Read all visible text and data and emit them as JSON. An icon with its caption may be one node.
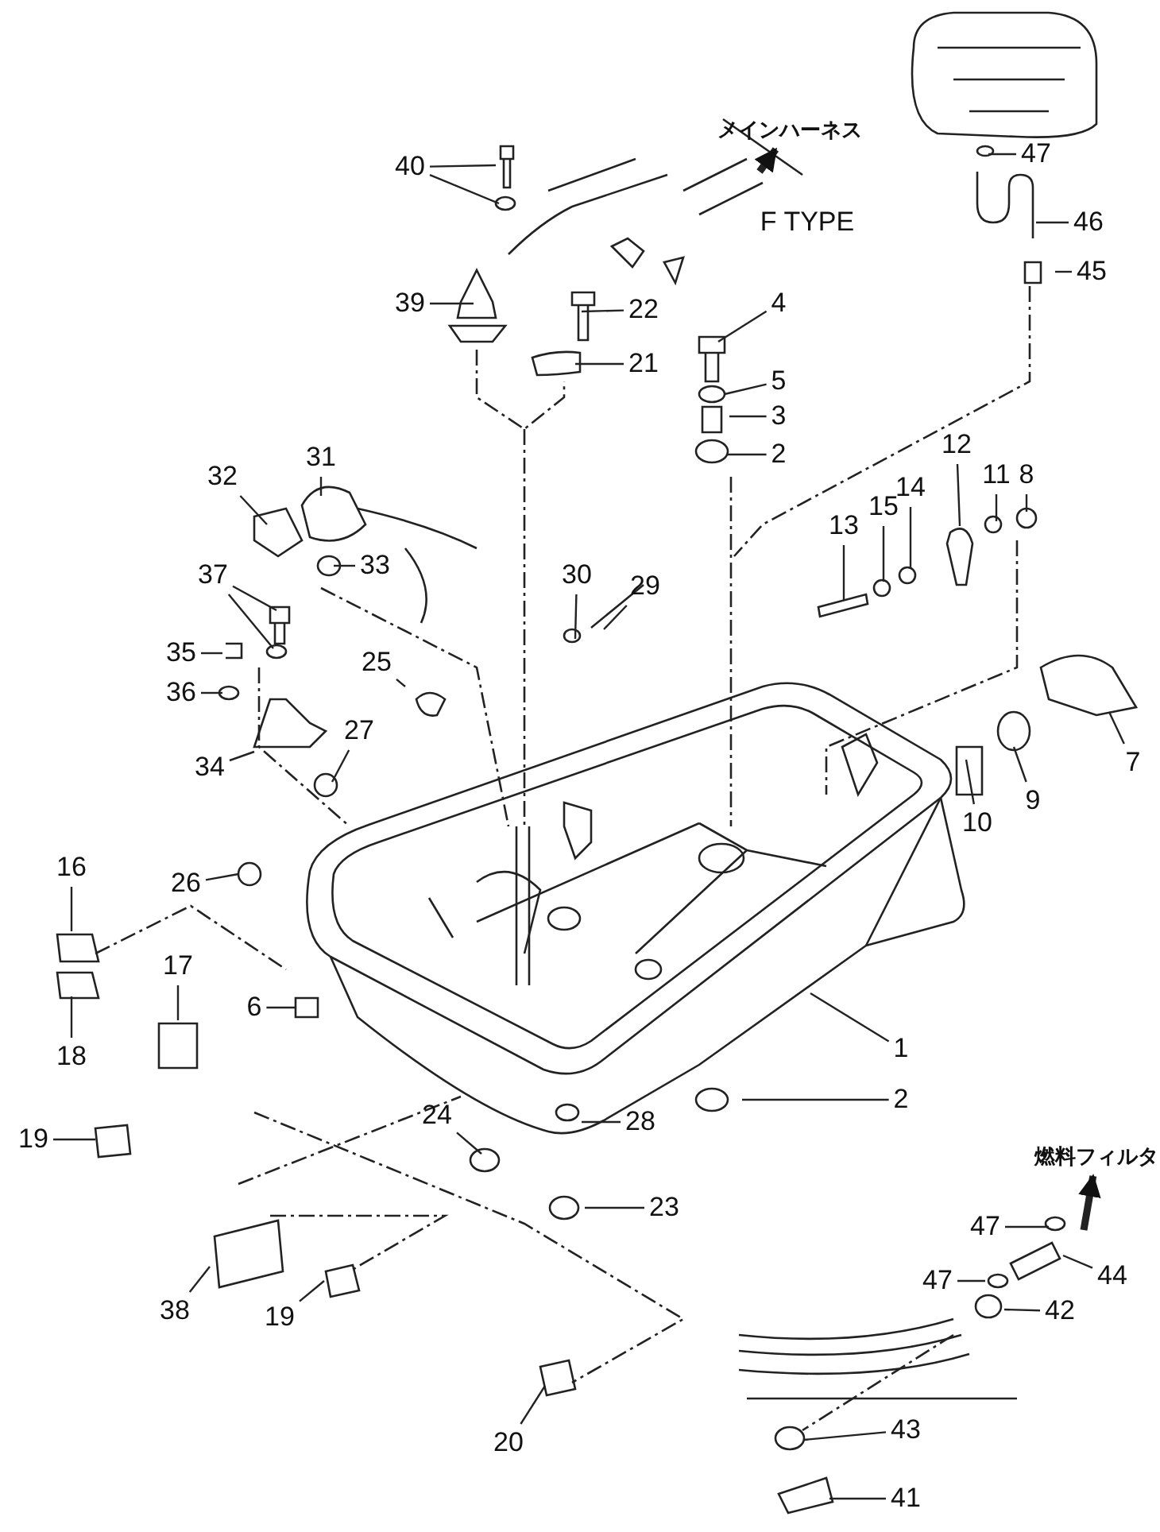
{
  "diagram": {
    "nodes": [
      {
        "text": [
          "メインハーネス"
        ]
      },
      {
        "text": [
          "47"
        ]
      },
      {
        "text": [
          "40"
        ]
      },
      {
        "text": [
          "46"
        ]
      },
      {
        "text": [
          "45"
        ]
      },
      {
        "text": [
          "39"
        ]
      },
      {
        "text": [
          "22"
        ]
      },
      {
        "text": [
          "4"
        ]
      },
      {
        "text": [
          "21"
        ]
      },
      {
        "text": [
          "5"
        ]
      },
      {
        "text": [
          "3"
        ]
      },
      {
        "text": [
          "2"
        ]
      },
      {
        "text": [
          "12"
        ]
      },
      {
        "text": [
          "11"
        ]
      },
      {
        "text": [
          "8"
        ]
      },
      {
        "text": [
          "32"
        ]
      },
      {
        "text": [
          "31"
        ]
      },
      {
        "text": [
          "14"
        ]
      },
      {
        "text": [
          "15"
        ]
      },
      {
        "text": [
          "13"
        ]
      },
      {
        "text": [
          "33"
        ]
      },
      {
        "text": [
          "30"
        ]
      },
      {
        "text": [
          "29"
        ]
      },
      {
        "text": [
          "37"
        ]
      },
      {
        "text": [
          "35"
        ]
      },
      {
        "text": [
          "36"
        ]
      },
      {
        "text": [
          "25"
        ]
      },
      {
        "text": [
          "27"
        ]
      },
      {
        "text": [
          "34"
        ]
      },
      {
        "text": [
          "7"
        ]
      },
      {
        "text": [
          "9"
        ]
      },
      {
        "text": [
          "10"
        ]
      },
      {
        "text": [
          "26"
        ]
      },
      {
        "text": [
          "16"
        ]
      },
      {
        "text": [
          "17"
        ]
      },
      {
        "text": [
          "6"
        ]
      },
      {
        "text": [
          "18"
        ]
      },
      {
        "text": [
          "1"
        ]
      },
      {
        "text": [
          "2"
        ]
      },
      {
        "text": [
          "28"
        ]
      },
      {
        "text": [
          "19"
        ]
      },
      {
        "text": [
          "燃料フィルタ"
        ]
      },
      {
        "text": [
          "24"
        ]
      },
      {
        "text": [
          "23"
        ]
      },
      {
        "text": [
          "47"
        ]
      },
      {
        "text": [
          "44"
        ]
      },
      {
        "text": [
          "47"
        ]
      },
      {
        "text": [
          "38"
        ]
      },
      {
        "text": [
          "42"
        ]
      },
      {
        "text": [
          "19"
        ]
      },
      {
        "text": [
          "20"
        ]
      },
      {
        "text": [
          "43"
        ]
      },
      {
        "text": [
          "41"
        ]
      }
    ],
    "edges": [
      {
        "from": null,
        "to": 0,
        "arrow": "to",
        "style": "thick"
      },
      {
        "from": 1,
        "to": null,
        "arrow": "none"
      },
      {
        "from": 2,
        "to": null,
        "arrow": "none"
      },
      {
        "from": 2,
        "to": null,
        "arrow": "none"
      },
      {
        "from": 3,
        "to": null,
        "arrow": "none"
      },
      {
        "from": 4,
        "to": null,
        "arrow": "none"
      },
      {
        "from": 5,
        "to": null,
        "arrow": "none"
      },
      {
        "from": 6,
        "to": null,
        "arrow": "none"
      },
      {
        "from": 7,
        "to": null,
        "arrow": "none"
      },
      {
        "from": 8,
        "to": null,
        "arrow": "none"
      },
      {
        "from": 9,
        "to": null,
        "arrow": "none"
      },
      {
        "from": 10,
        "to": null,
        "arrow": "none"
      },
      {
        "from": 11,
        "to": null,
        "arrow": "none"
      },
      {
        "from": 12,
        "to": null,
        "arrow": "none"
      },
      {
        "from": 13,
        "to": null,
        "arrow": "none"
      },
      {
        "from": 14,
        "to": null,
        "arrow": "none"
      },
      {
        "from": 15,
        "to": null,
        "arrow": "none"
      },
      {
        "from": 16,
        "to": null,
        "arrow": "none"
      },
      {
        "from": 17,
        "to": null,
        "arrow": "none"
      },
      {
        "from": 18,
        "to": null,
        "arrow": "none"
      },
      {
        "from": 19,
        "to": null,
        "arrow": "none"
      },
      {
        "from": 20,
        "to": null,
        "arrow": "none"
      },
      {
        "from": 21,
        "to": null,
        "arrow": "none"
      },
      {
        "from": 22,
        "to": null,
        "arrow": "none"
      },
      {
        "from": 23,
        "to": null,
        "arrow": "none"
      },
      {
        "from": 23,
        "to": null,
        "arrow": "none"
      },
      {
        "from": 24,
        "to": null,
        "arrow": "none"
      },
      {
        "from": 25,
        "to": null,
        "arrow": "none"
      },
      {
        "from": 26,
        "to": null,
        "arrow": "none"
      },
      {
        "from": 27,
        "to": null,
        "arrow": "none"
      },
      {
        "from": 28,
        "to": null,
        "arrow": "none"
      },
      {
        "from": 29,
        "to": null,
        "arrow": "none"
      },
      {
        "from": 30,
        "to": null,
        "arrow": "none"
      },
      {
        "from": 31,
        "to": null,
        "arrow": "none"
      },
      {
        "from": 32,
        "to": null,
        "arrow": "none"
      },
      {
        "from": 33,
        "to": null,
        "arrow": "none"
      },
      {
        "from": 34,
        "to": null,
        "arrow": "none"
      },
      {
        "from": 35,
        "to": null,
        "arrow": "none"
      },
      {
        "from": 36,
        "to": null,
        "arrow": "none"
      },
      {
        "from": 37,
        "to": null,
        "arrow": "none"
      },
      {
        "from": 38,
        "to": null,
        "arrow": "none"
      },
      {
        "from": 39,
        "to": null,
        "arrow": "none"
      },
      {
        "from": 40,
        "to": null,
        "arrow": "none"
      },
      {
        "from": null,
        "to": 41,
        "arrow": "to",
        "style": "thick"
      },
      {
        "from": 42,
        "to": null,
        "arrow": "none"
      },
      {
        "from": 43,
        "to": null,
        "arrow": "none"
      },
      {
        "from": 44,
        "to": null,
        "arrow": "none"
      },
      {
        "from": 45,
        "to": null,
        "arrow": "none"
      },
      {
        "from": 46,
        "to": null,
        "arrow": "none"
      },
      {
        "from": 47,
        "to": null,
        "arrow": "none"
      },
      {
        "from": 48,
        "to": null,
        "arrow": "none"
      },
      {
        "from": 49,
        "to": null,
        "arrow": "none"
      },
      {
        "from": 50,
        "to": null,
        "arrow": "none"
      },
      {
        "from": 51,
        "to": null,
        "arrow": "none"
      },
      {
        "from": 52,
        "to": null,
        "arrow": "none"
      }
    ],
    "labels": [
      "F TYPE"
    ]
  }
}
